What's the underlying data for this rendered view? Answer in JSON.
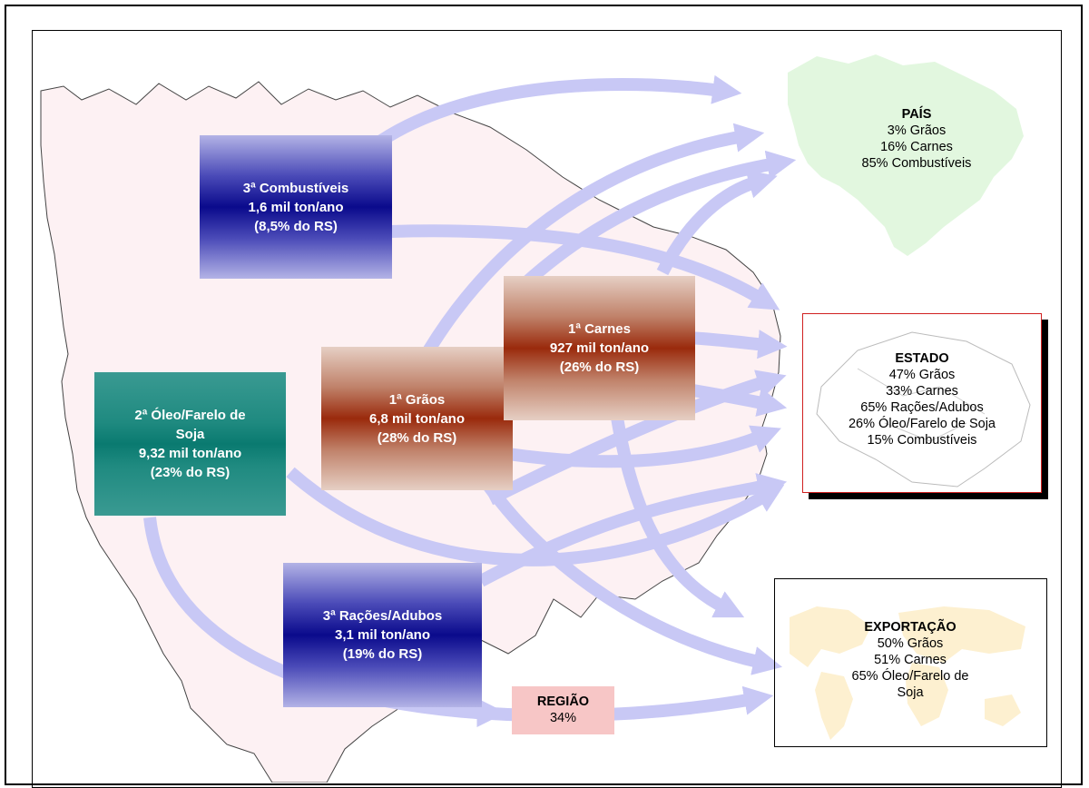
{
  "sources": {
    "combustiveis": {
      "title": "3ª Combustíveis",
      "amount": "1,6 mil ton/ano",
      "share": "(8,5% do RS)"
    },
    "oleo": {
      "title1": "2ª Óleo/Farelo de",
      "title2": "Soja",
      "amount": "9,32 mil ton/ano",
      "share": "(23% do RS)"
    },
    "graos": {
      "title": "1ª Grãos",
      "amount": "6,8 mil ton/ano",
      "share": "(28% do RS)"
    },
    "carnes": {
      "title": "1ª Carnes",
      "amount": "927 mil ton/ano",
      "share": "(26% do RS)"
    },
    "racoes": {
      "title": "3ª Rações/Adubos",
      "amount": "3,1 mil ton/ano",
      "share": "(19% do RS)"
    }
  },
  "destinations": {
    "pais": {
      "title": "PAÍS",
      "lines": [
        "3% Grãos",
        "16% Carnes",
        "85% Combustíveis"
      ]
    },
    "estado": {
      "title": "ESTADO",
      "lines": [
        "47% Grãos",
        "33% Carnes",
        "65% Rações/Adubos",
        "26% Óleo/Farelo de Soja",
        "15% Combustíveis"
      ]
    },
    "exportacao": {
      "title": "EXPORTAÇÃO",
      "lines": [
        "50% Grãos",
        "51% Carnes",
        "65% Óleo/Farelo de",
        "Soja"
      ]
    },
    "regiao": {
      "title": "REGIÃO",
      "value": "34%"
    }
  },
  "colors": {
    "arrow": "#c8c8f5",
    "region_fill": "#fdf1f3",
    "brazil_map": "#e2f7df",
    "world_map": "#fdf0d0",
    "regiao_box": "#f7c6c6"
  }
}
